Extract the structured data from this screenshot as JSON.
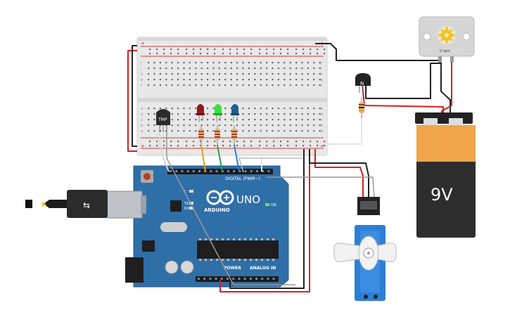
{
  "arduino": {
    "logo_text": "ARDUINO",
    "model": "UNO",
    "on_label": "ON",
    "digital_label": "DIGITAL (PWM~)",
    "analog_label": "ANALOG IN",
    "power_label": "POWER",
    "tx_label": "TX",
    "rx_label": "RX",
    "l_label": "L"
  },
  "sensor": {
    "label": "TMP"
  },
  "transistor": {
    "label": "N"
  },
  "battery": {
    "label": "9V"
  },
  "motor": {
    "label": "0 rpm"
  },
  "breadboard": {
    "row_letters": [
      "j",
      "i",
      "h",
      "g",
      "f",
      "e",
      "d",
      "c",
      "b",
      "a"
    ]
  },
  "colors": {
    "board": "#2f6fa8",
    "breadboard": "#e9e9e9",
    "wire_red": "#d32020",
    "wire_black": "#222222",
    "wire_orange": "#f39c12",
    "wire_green": "#2ea043",
    "wire_blue": "#2b7bd6",
    "battery": "#f0a54a",
    "servo": "#2c7fd4"
  }
}
